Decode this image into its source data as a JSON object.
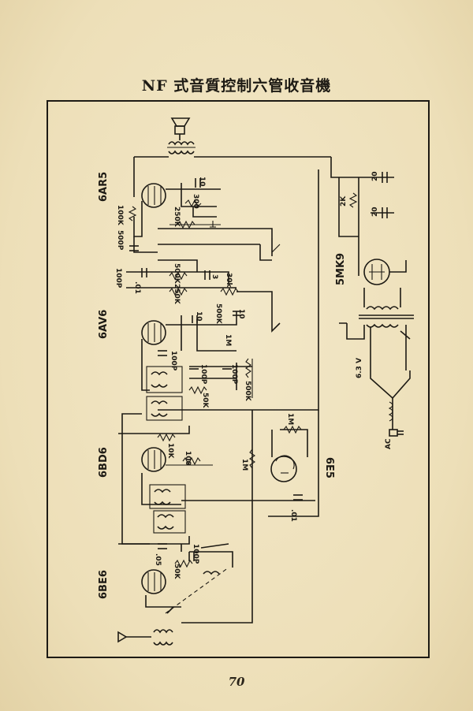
{
  "title": "NF 式音質控制六管收音機",
  "page_number": "70",
  "tubes": {
    "t1": "6AR5",
    "t2": "6AV6",
    "t3": "6BD6",
    "t4": "6BE6",
    "t5": "5MK9",
    "t6": "6E5"
  },
  "components": {
    "c_10": "10",
    "r_300": "300",
    "r_250k_a": "250K",
    "r_100k": "100K",
    "c_500p": "500P",
    "c_100p_a": "100P",
    "c_01_a": ".01",
    "r_500k_a": "500K",
    "c_3": "3",
    "r_30k": "30k",
    "r_250k_b": "250K",
    "r_500k_b": "500K",
    "c_10_b": "10",
    "c_10_c": "10",
    "r_1m_a": "1M",
    "c_100p_b": "100P",
    "c_100p_c": "100P",
    "c_100p_d": "100P",
    "r_50k_a": "50K",
    "r_500k_c": "500K",
    "r_2k": "2K",
    "c_20_a": "20",
    "c_20_b": "20",
    "v_63": "6.3 V",
    "ac": "AC",
    "r_10k": "10K",
    "r_100": "100",
    "r_1m_b": "1M",
    "r_1m_c": "1M",
    "c_01_b": ".01",
    "c_05": ".05",
    "r_50k_b": "50K",
    "c_100p_e": "100P"
  }
}
